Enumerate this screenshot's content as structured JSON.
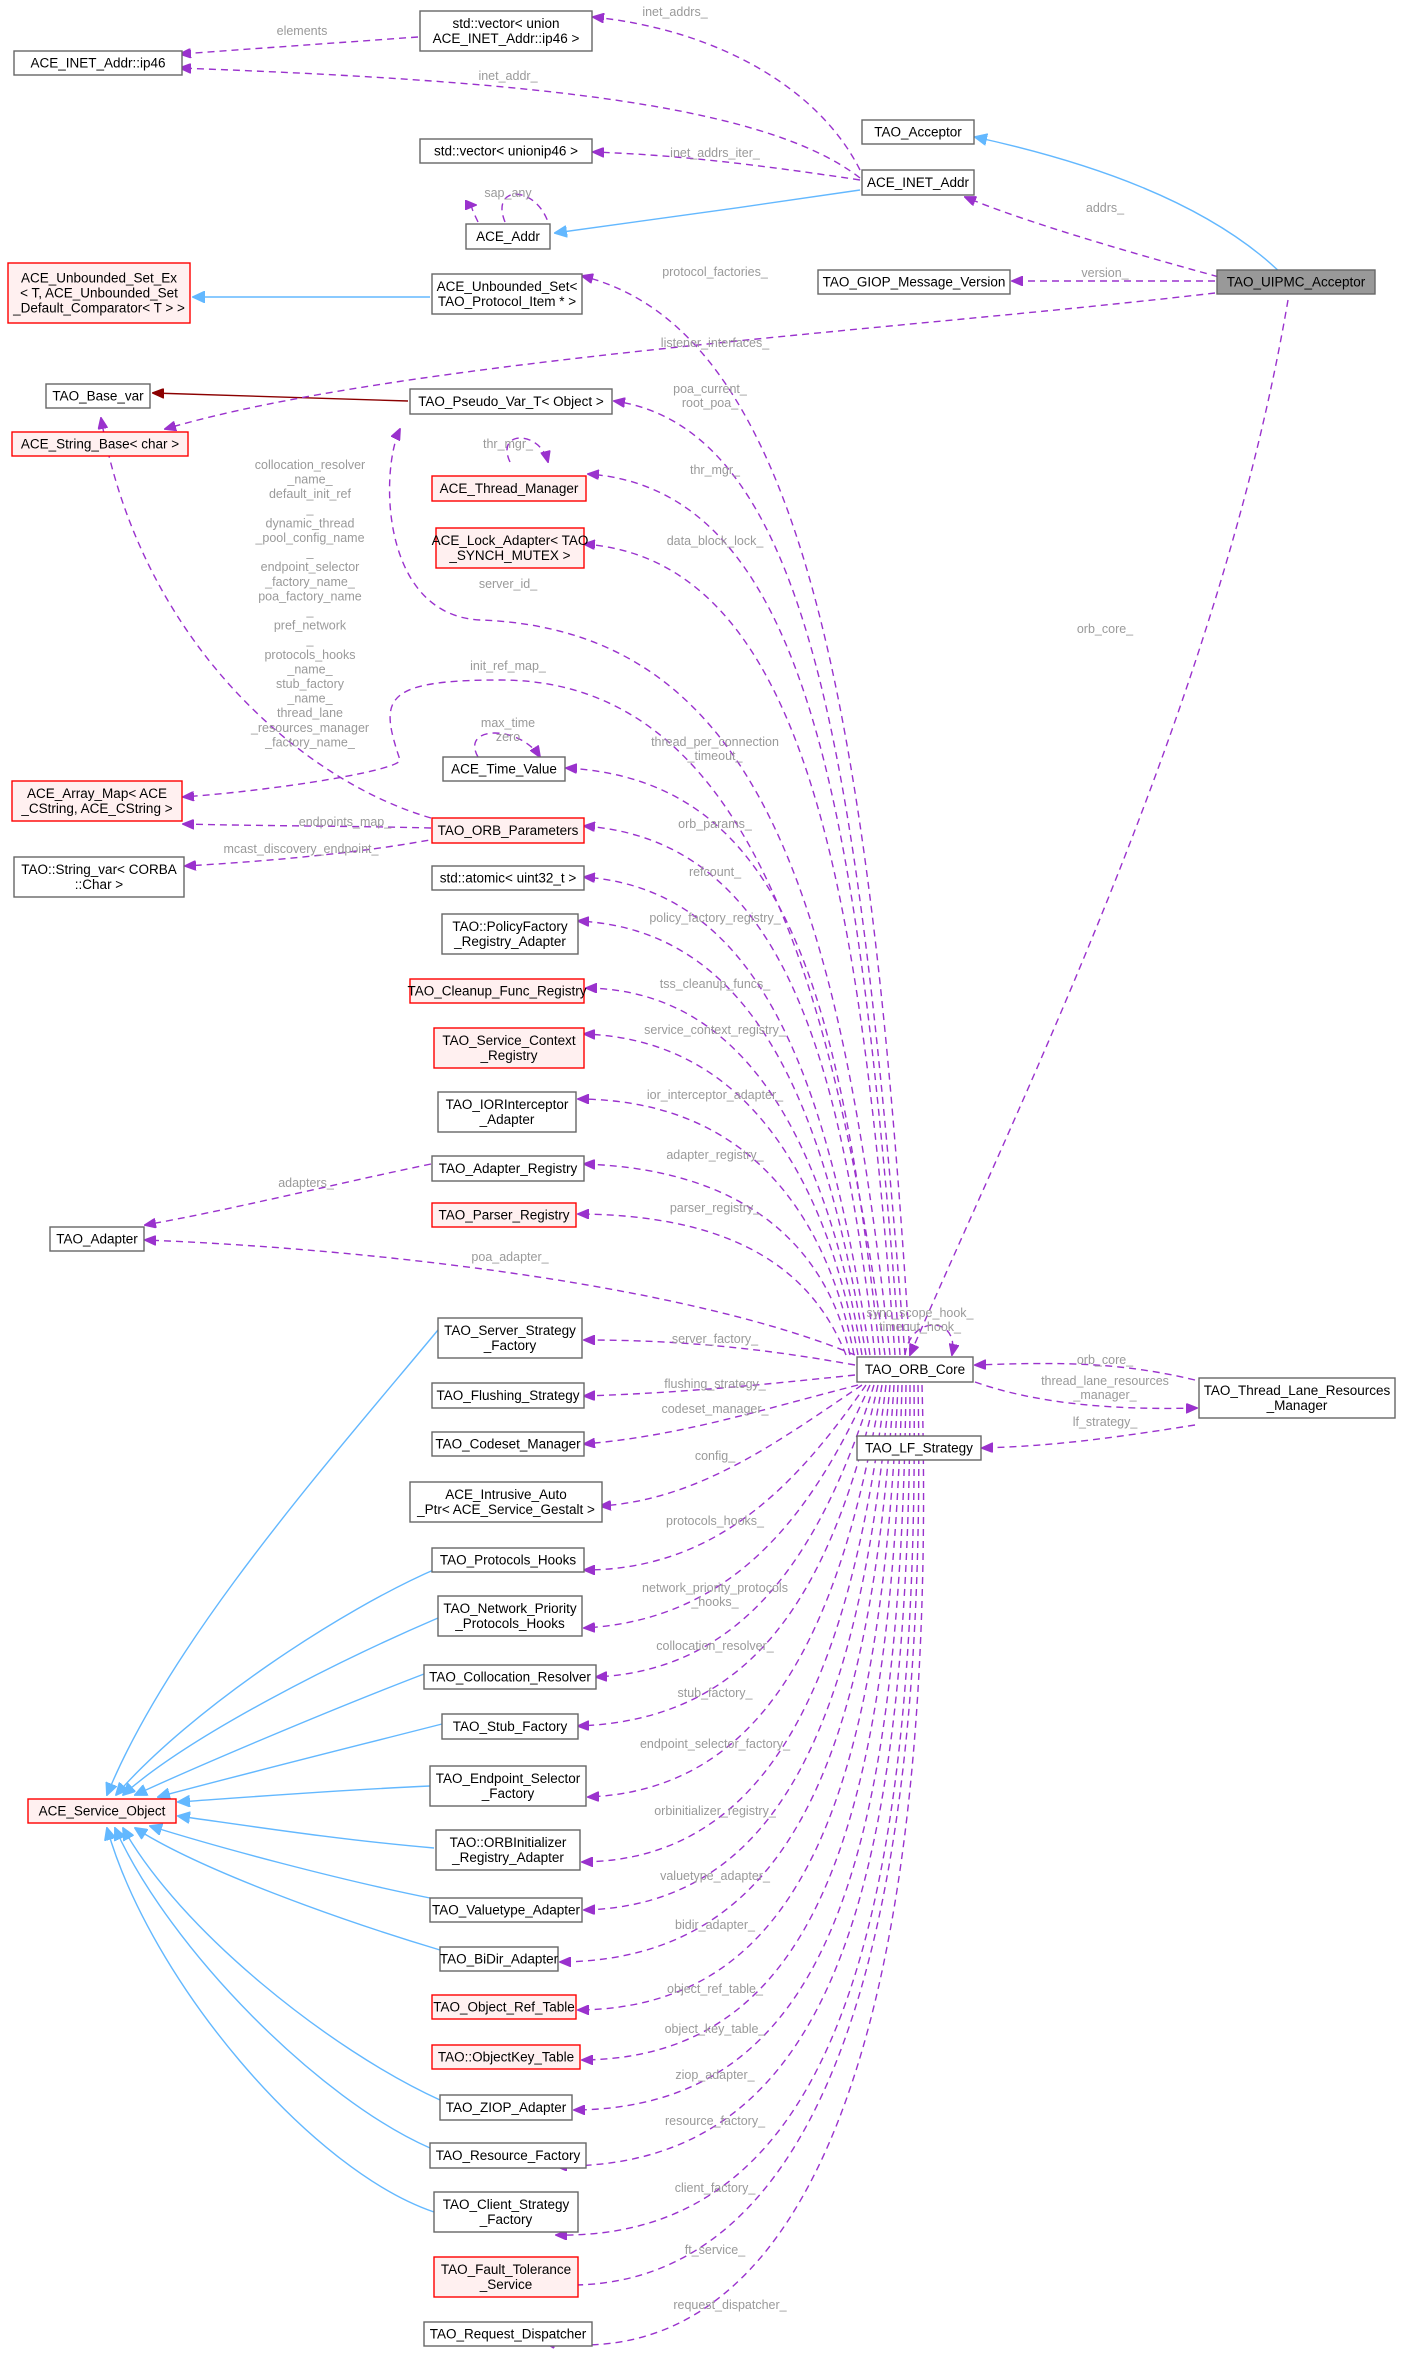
{
  "diagram": {
    "colors": {
      "usage_edge": "#9a32cd",
      "inheritance_edge": "#63b8ff",
      "template_edge": "#8b0000",
      "incomplete_node_border": "#ff0000",
      "focus_node_fill": "#999999",
      "edge_label": "#9a9a9a"
    },
    "nodes": {
      "ace_inet_addr_ip46": [
        "ACE_INET_Addr::ip46"
      ],
      "vector_union_ip46": [
        "std::vector< union",
        "ACE_INET_Addr::ip46 >"
      ],
      "tao_acceptor": [
        "TAO_Acceptor"
      ],
      "ace_inet_addr": [
        "ACE_INET_Addr"
      ],
      "vector_unionip46": [
        "std::vector< unionip46 >"
      ],
      "ace_addr": [
        "ACE_Addr"
      ],
      "ace_unbounded_set_ex": [
        "ACE_Unbounded_Set_Ex",
        "< T, ACE_Unbounded_Set",
        "_Default_Comparator< T > >"
      ],
      "ace_unbounded_set": [
        "ACE_Unbounded_Set<",
        "TAO_Protocol_Item * >"
      ],
      "tao_giop_message_version": [
        "TAO_GIOP_Message_Version"
      ],
      "tao_uipmc_acceptor": [
        "TAO_UIPMC_Acceptor"
      ],
      "tao_base_var": [
        "TAO_Base_var"
      ],
      "tao_pseudo_var_t": [
        "TAO_Pseudo_Var_T< Object >"
      ],
      "ace_string_base": [
        "ACE_String_Base< char >"
      ],
      "ace_thread_manager": [
        "ACE_Thread_Manager"
      ],
      "ace_lock_adapter": [
        "ACE_Lock_Adapter< TAO",
        "_SYNCH_MUTEX >"
      ],
      "ace_time_value": [
        "ACE_Time_Value"
      ],
      "ace_array_map": [
        "ACE_Array_Map< ACE",
        "_CString, ACE_CString >"
      ],
      "tao_orb_parameters": [
        "TAO_ORB_Parameters"
      ],
      "tao_string_var": [
        "TAO::String_var< CORBA",
        "::Char >"
      ],
      "std_atomic": [
        "std::atomic< uint32_t >"
      ],
      "policy_factory_registry_adapter": [
        "TAO::PolicyFactory",
        "_Registry_Adapter"
      ],
      "tao_cleanup_func_registry": [
        "TAO_Cleanup_Func_Registry"
      ],
      "tao_service_context_registry": [
        "TAO_Service_Context",
        "_Registry"
      ],
      "tao_iorinterceptor_adapter": [
        "TAO_IORInterceptor",
        "_Adapter"
      ],
      "tao_adapter_registry": [
        "TAO_Adapter_Registry"
      ],
      "tao_parser_registry": [
        "TAO_Parser_Registry"
      ],
      "tao_adapter": [
        "TAO_Adapter"
      ],
      "tao_server_strategy_factory": [
        "TAO_Server_Strategy",
        "_Factory"
      ],
      "tao_orb_core": [
        "TAO_ORB_Core"
      ],
      "tao_thread_lane_resources_manager": [
        "TAO_Thread_Lane_Resources",
        "_Manager"
      ],
      "tao_flushing_strategy": [
        "TAO_Flushing_Strategy"
      ],
      "tao_lf_strategy": [
        "TAO_LF_Strategy"
      ],
      "tao_codeset_manager": [
        "TAO_Codeset_Manager"
      ],
      "ace_intrusive_auto_ptr": [
        "ACE_Intrusive_Auto",
        "_Ptr< ACE_Service_Gestalt >"
      ],
      "tao_protocols_hooks": [
        "TAO_Protocols_Hooks"
      ],
      "tao_network_priority_protocols_hooks": [
        "TAO_Network_Priority",
        "_Protocols_Hooks"
      ],
      "tao_collocation_resolver": [
        "TAO_Collocation_Resolver"
      ],
      "tao_stub_factory": [
        "TAO_Stub_Factory"
      ],
      "ace_service_object": [
        "ACE_Service_Object"
      ],
      "tao_endpoint_selector_factory": [
        "TAO_Endpoint_Selector",
        "_Factory"
      ],
      "orbinitializer_registry_adapter": [
        "TAO::ORBInitializer",
        "_Registry_Adapter"
      ],
      "tao_valuetype_adapter": [
        "TAO_Valuetype_Adapter"
      ],
      "tao_bidir_adapter": [
        "TAO_BiDir_Adapter"
      ],
      "tao_object_ref_table": [
        "TAO_Object_Ref_Table"
      ],
      "objectkey_table": [
        "TAO::ObjectKey_Table"
      ],
      "tao_ziop_adapter": [
        "TAO_ZIOP_Adapter"
      ],
      "tao_resource_factory": [
        "TAO_Resource_Factory"
      ],
      "tao_client_strategy_factory": [
        "TAO_Client_Strategy",
        "_Factory"
      ],
      "tao_fault_tolerance_service": [
        "TAO_Fault_Tolerance",
        "_Service"
      ],
      "tao_request_dispatcher": [
        "TAO_Request_Dispatcher"
      ]
    },
    "edge_labels": {
      "inet_addrs": [
        "inet_addrs_"
      ],
      "elements": [
        "elements"
      ],
      "inet_addr": [
        "inet_addr_"
      ],
      "inet_addrs_iter": [
        "inet_addrs_iter_"
      ],
      "sap_any": [
        "sap_any"
      ],
      "addrs": [
        "addrs_"
      ],
      "version": [
        "version_"
      ],
      "protocol_factories": [
        "protocol_factories_"
      ],
      "listener_interfaces": [
        "listener_interfaces_"
      ],
      "poa_current": [
        "poa_current_",
        "root_poa_"
      ],
      "thr_mgr": [
        "thr_mgr_"
      ],
      "thr_mgr_to_core": [
        "thr_mgr_"
      ],
      "data_block_lock": [
        "data_block_lock_"
      ],
      "orb_core_main": [
        "orb_core_"
      ],
      "string_base_list": [
        "collocation_resolver",
        "_name_",
        "default_init_ref",
        "_",
        "dynamic_thread",
        "_pool_config_name",
        "_",
        "endpoint_selector",
        "_factory_name_",
        "poa_factory_name",
        "_",
        "pref_network",
        "_",
        "protocols_hooks",
        "_name_",
        "stub_factory",
        "_name_",
        "thread_lane",
        "_resources_manager",
        "_factory_name_"
      ],
      "server_id": [
        "server_id_"
      ],
      "init_ref_map": [
        "init_ref_map_"
      ],
      "max_time": [
        "max_time",
        "zero"
      ],
      "thread_per_connection": [
        "thread_per_connection",
        "_timeout_"
      ],
      "endpoints_map": [
        "endpoints_map_"
      ],
      "orb_params": [
        "orb_params_"
      ],
      "mcast_discovery": [
        "mcast_discovery_endpoint_"
      ],
      "refcount": [
        "refcount_"
      ],
      "policy_factory_registry": [
        "policy_factory_registry_"
      ],
      "tss_cleanup_funcs": [
        "tss_cleanup_funcs_"
      ],
      "service_context_registry": [
        "service_context_registry_"
      ],
      "ior_interceptor_adapter": [
        "ior_interceptor_adapter_"
      ],
      "adapter_registry": [
        "adapter_registry_"
      ],
      "adapters": [
        "adapters_"
      ],
      "parser_registry": [
        "parser_registry_"
      ],
      "poa_adapter": [
        "poa_adapter_"
      ],
      "hooks_self": [
        "sync_scope_hook_",
        "timeout_hook_"
      ],
      "server_factory": [
        "server_factory_"
      ],
      "orb_core_tlrm": [
        "orb_core_"
      ],
      "thread_lane_resources_manager": [
        "thread_lane_resources",
        "_manager_"
      ],
      "flushing_strategy": [
        "flushing_strategy_"
      ],
      "lf_strategy": [
        "lf_strategy_"
      ],
      "codeset_manager": [
        "codeset_manager_"
      ],
      "config": [
        "config_"
      ],
      "protocols_hooks": [
        "protocols_hooks_"
      ],
      "network_priority": [
        "network_priority_protocols",
        "_hooks_"
      ],
      "collocation_resolver": [
        "collocation_resolver_"
      ],
      "stub_factory": [
        "stub_factory_"
      ],
      "endpoint_selector_factory": [
        "endpoint_selector_factory_"
      ],
      "orbinitializer_registry": [
        "orbinitializer_registry_"
      ],
      "valuetype_adapter": [
        "valuetype_adapter_"
      ],
      "bidir_adapter": [
        "bidir_adapter_"
      ],
      "object_ref_table": [
        "object_ref_table_"
      ],
      "object_key_table": [
        "object_key_table_"
      ],
      "ziop_adapter": [
        "ziop_adapter_"
      ],
      "resource_factory": [
        "resource_factory_"
      ],
      "client_factory": [
        "client_factory_"
      ],
      "ft_service": [
        "ft_service_"
      ],
      "request_dispatcher": [
        "request_dispatcher_"
      ]
    }
  }
}
